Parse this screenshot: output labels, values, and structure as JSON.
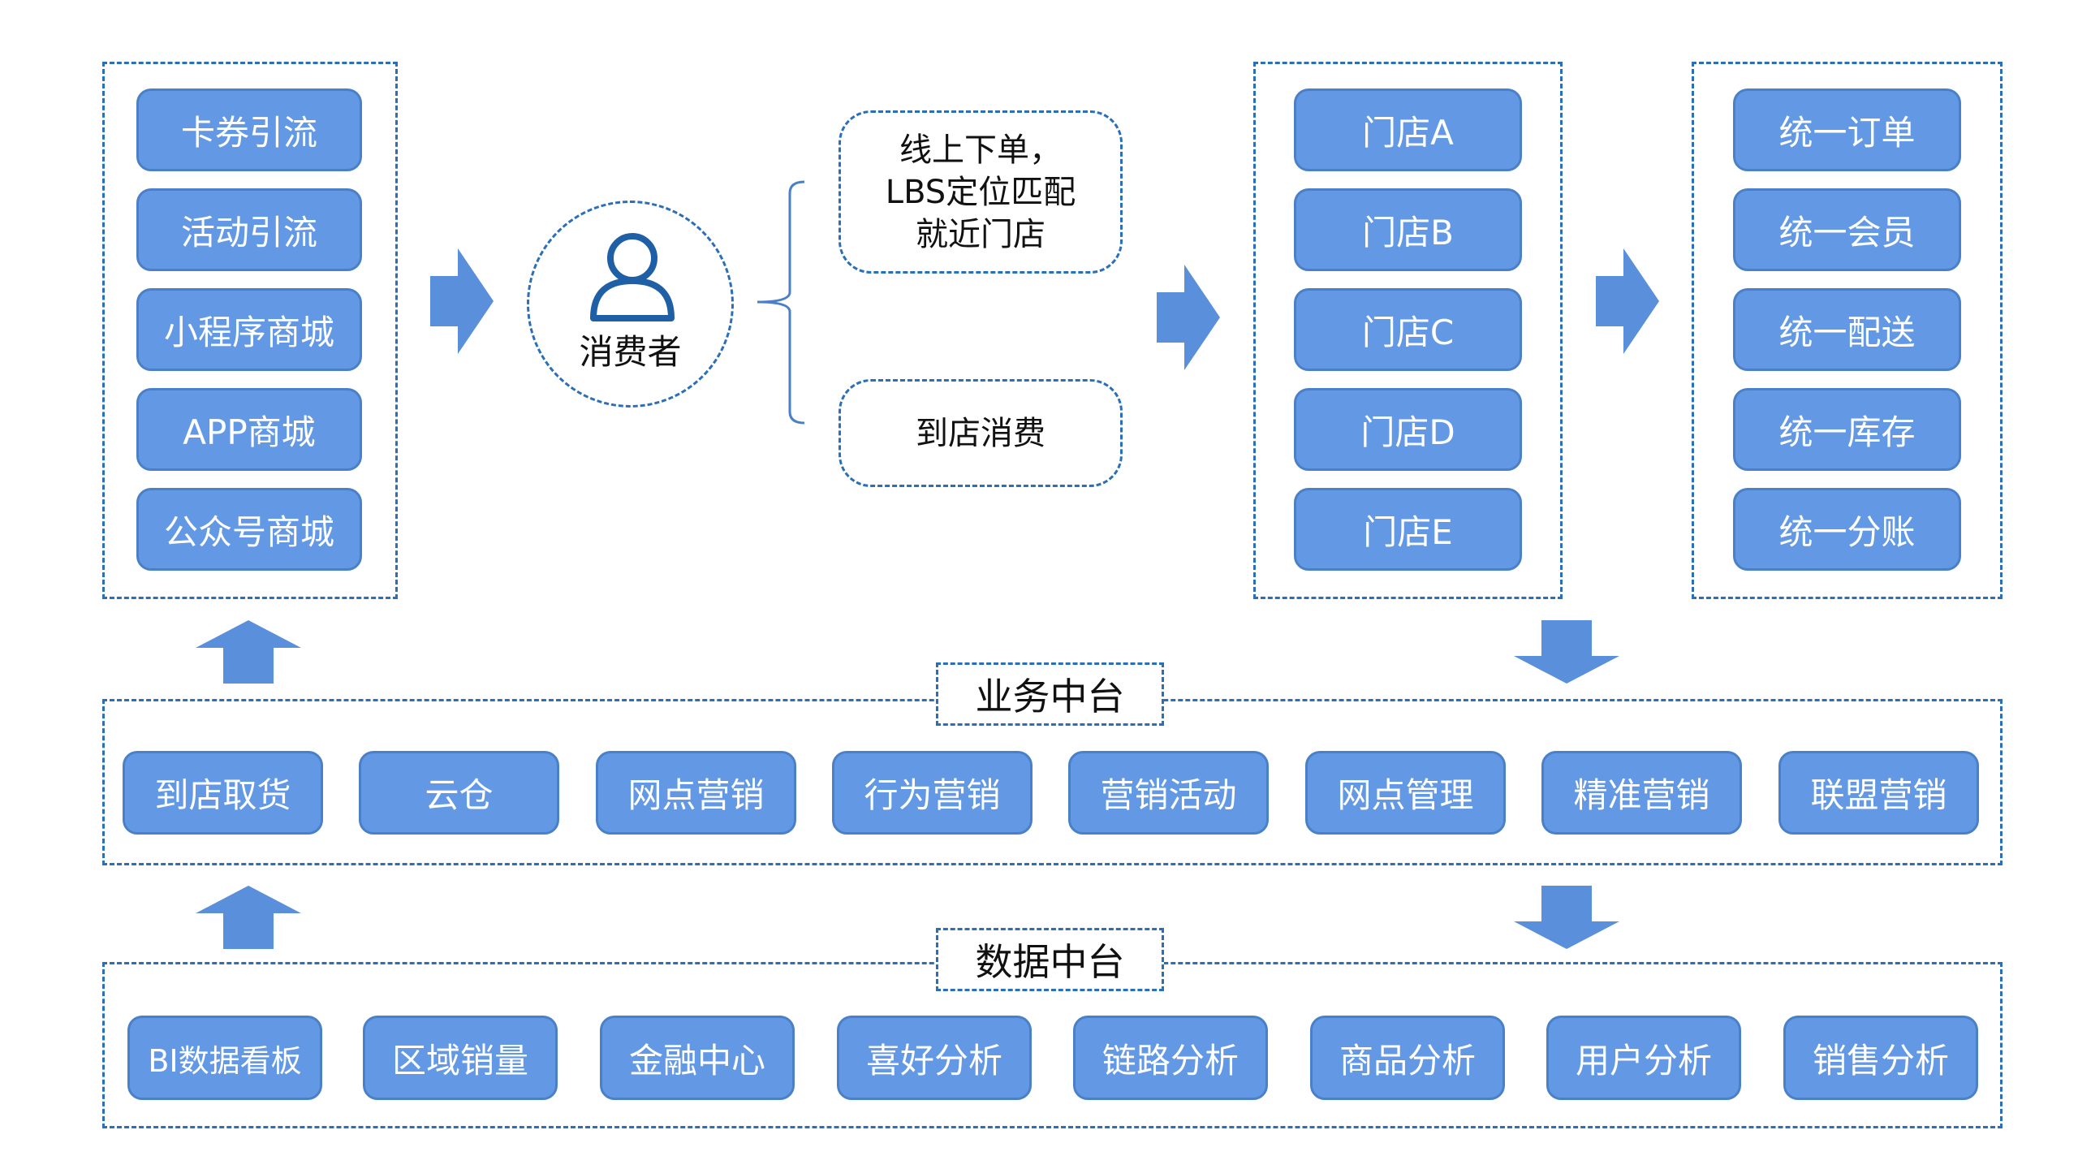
{
  "colors": {
    "pill_fill": "#6399e4",
    "pill_border": "#4a80c8",
    "dash_border": "#2a6fb7",
    "arrow_fill": "#5a8fdc"
  },
  "channels": [
    "卡券引流",
    "活动引流",
    "小程序商城",
    "APP商城",
    "公众号商城"
  ],
  "consumer": {
    "icon": "user-icon",
    "label": "消费者"
  },
  "order_modes": {
    "online": [
      "线上下单，",
      "LBS定位匹配",
      "就近门店"
    ],
    "offline": "到店消费"
  },
  "stores": [
    "门店A",
    "门店B",
    "门店C",
    "门店D",
    "门店E"
  ],
  "unified": [
    "统一订单",
    "统一会员",
    "统一配送",
    "统一库存",
    "统一分账"
  ],
  "business_platform": {
    "title": "业务中台",
    "items": [
      "到店取货",
      "云仓",
      "网点营销",
      "行为营销",
      "营销活动",
      "网点管理",
      "精准营销",
      "联盟营销"
    ]
  },
  "data_platform": {
    "title": "数据中台",
    "items": [
      "BI数据看板",
      "区域销量",
      "金融中心",
      "喜好分析",
      "链路分析",
      "商品分析",
      "用户分析",
      "销售分析"
    ]
  }
}
